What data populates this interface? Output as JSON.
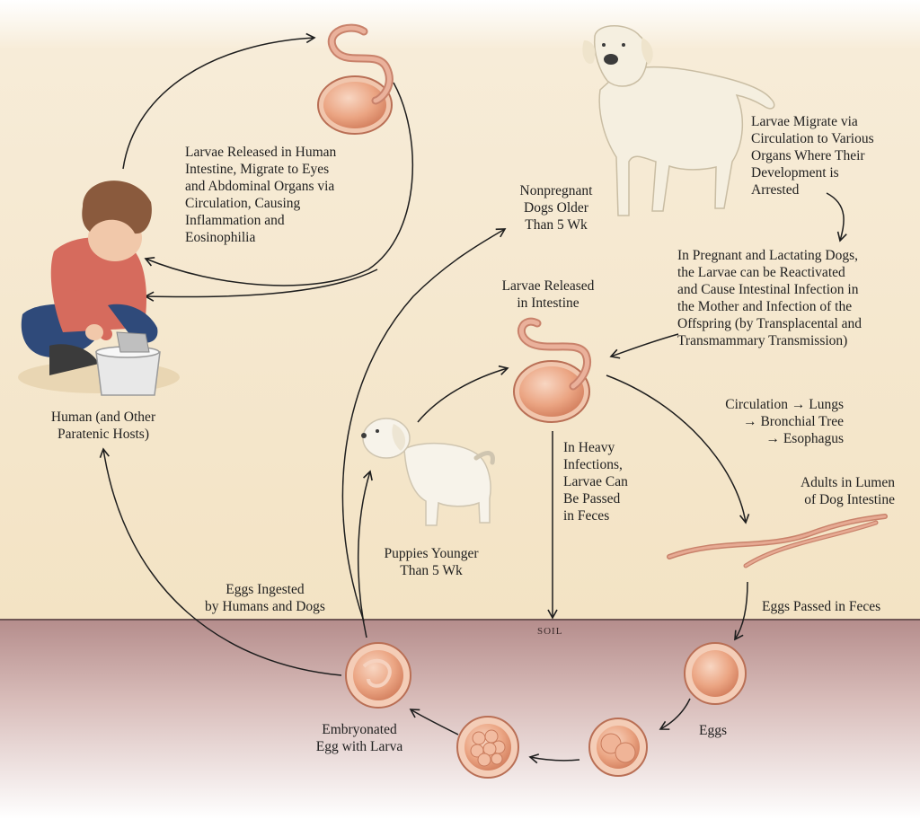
{
  "colors": {
    "sky_top": "#ffffff",
    "sky": "#f4e6cc",
    "soil": "#c39a98",
    "egg": "#e7a07e",
    "worm": "#df9b86",
    "arrow": "#1e1e1e"
  },
  "labels": {
    "human_larvae": "Larvae Released in Human\nIntestine, Migrate to Eyes\nand Abdominal Organs via\nCirculation, Causing\nInflammation and\nEosinophilia",
    "human_host": "Human (and Other\nParatenic Hosts)",
    "nonpregnant": "Nonpregnant\nDogs Older\nThan 5 Wk",
    "dog_migrate": "Larvae Migrate via\nCirculation to Various\nOrgans Where Their\nDevelopment is\nArrested",
    "pregnant": "In Pregnant and Lactating Dogs,\nthe Larvae can be Reactivated\nand Cause Intestinal Infection in\nthe Mother and Infection of the\nOffspring (by Transplacental and\nTransmammary Transmission)",
    "released_intestine": "Larvae Released\nin Intestine",
    "circulation": "Circulation → Lungs\n→ Bronchial Tree\n→ Esophagus",
    "heavy": "In Heavy\nInfections,\nLarvae Can\nBe Passed\nin Feces",
    "adults": "Adults in Lumen\nof Dog Intestine",
    "puppies": "Puppies Younger\nThan 5 Wk",
    "eggs_ingested": "Eggs Ingested\nby Humans and Dogs",
    "eggs_passed": "Eggs Passed in Feces",
    "soil": "SOIL",
    "embryonated": "Embryonated\nEgg with Larva",
    "eggs": "Eggs"
  }
}
